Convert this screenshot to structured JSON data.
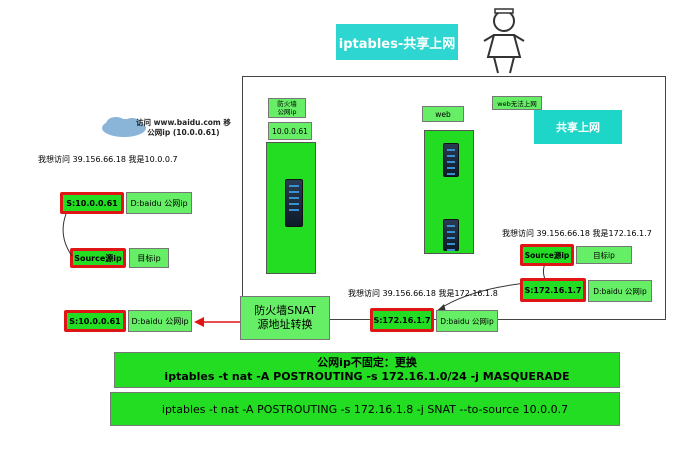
{
  "title": "iptables-共享上网",
  "shared_internet": "共享上网",
  "web_no_internet": "web无法上网",
  "client_note": "访问 www.baidu.com 移\n公网ip (10.0.0.61)",
  "left_note": "我想访问 39.156.66.18 我是10.0.0.7",
  "fw_label": "防火墙\n公网ip",
  "fw_ip": "10.0.0.61",
  "web_label": "web",
  "right_note": "我想访问 39.156.66.18 我是172.16.1.7",
  "bottom_note": "我想访问 39.156.66.18 我是172.16.1.8",
  "snat_label": "防火墙SNAT\n源地址转换",
  "left_packet_top": {
    "src": "S:10.0.0.61",
    "dst": "D:baidu 公网ip"
  },
  "left_packet_header": {
    "src": "Source源ip",
    "dst": "目标ip"
  },
  "left_packet_out": {
    "src": "S:10.0.0.61",
    "dst": "D:baidu 公网ip"
  },
  "right_packet_header": {
    "src": "Source源ip",
    "dst": "目标ip"
  },
  "right_packet": {
    "src": "S:172.16.1.7",
    "dst": "D:baidu 公网ip"
  },
  "mid_packet": {
    "src": "S:172.16.1.7",
    "dst": "D:baidu 公网ip"
  },
  "cmd_block": {
    "line1": "公网ip不固定：更换",
    "line2": "iptables -t nat -A POSTROUTING  -s 172.16.1.0/24  -j  MASQUERADE"
  },
  "cmd_snat": "iptables -t nat -A POSTROUTING  -s 172.16.1.8  -j SNAT  --to-source 10.0.0.7",
  "colors": {
    "green": "#22dd22",
    "red": "#e01515",
    "teal": "#1ed6c8"
  },
  "icons": [
    "server-icon",
    "cloud-icon",
    "person-icon",
    "arrow-icon"
  ]
}
